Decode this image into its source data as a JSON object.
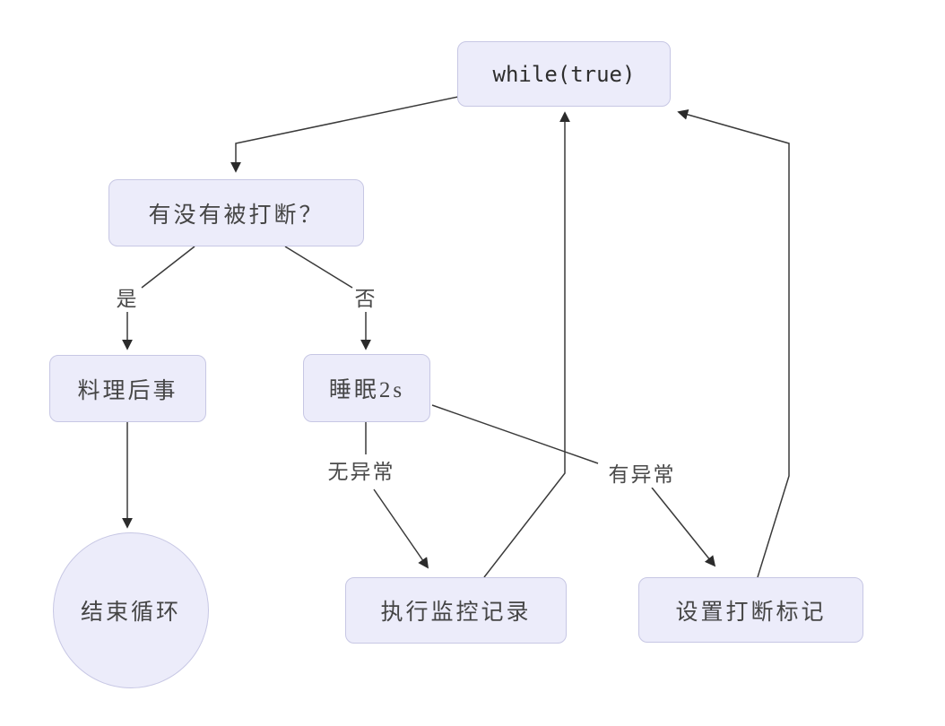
{
  "diagram": {
    "type": "flowchart",
    "colors": {
      "background": "#ffffff",
      "node_fill": "#ececfa",
      "node_border": "#c7c7e4",
      "node_text": "#454545",
      "edge_line": "#3a3a3a"
    },
    "nodes": [
      {
        "id": "while-true",
        "label": "while(true)",
        "shape": "rounded-rect"
      },
      {
        "id": "interrupted-check",
        "label": "有没有被打断？",
        "shape": "rounded-rect"
      },
      {
        "id": "cleanup",
        "label": "料理后事",
        "shape": "rounded-rect"
      },
      {
        "id": "sleep-2s",
        "label": "睡眠2s",
        "shape": "rounded-rect"
      },
      {
        "id": "end-loop",
        "label": "结束循环",
        "shape": "circle"
      },
      {
        "id": "monitor-log",
        "label": "执行监控记录",
        "shape": "rounded-rect"
      },
      {
        "id": "set-interrupt-flag",
        "label": "设置打断标记",
        "shape": "rounded-rect"
      }
    ],
    "edges": [
      {
        "from": "while-true",
        "to": "interrupted-check",
        "label": ""
      },
      {
        "from": "interrupted-check",
        "to": "cleanup",
        "label": "是"
      },
      {
        "from": "interrupted-check",
        "to": "sleep-2s",
        "label": "否"
      },
      {
        "from": "cleanup",
        "to": "end-loop",
        "label": ""
      },
      {
        "from": "sleep-2s",
        "to": "monitor-log",
        "label": "无异常"
      },
      {
        "from": "sleep-2s",
        "to": "set-interrupt-flag",
        "label": "有异常"
      },
      {
        "from": "monitor-log",
        "to": "while-true",
        "label": ""
      },
      {
        "from": "set-interrupt-flag",
        "to": "while-true",
        "label": ""
      }
    ]
  }
}
